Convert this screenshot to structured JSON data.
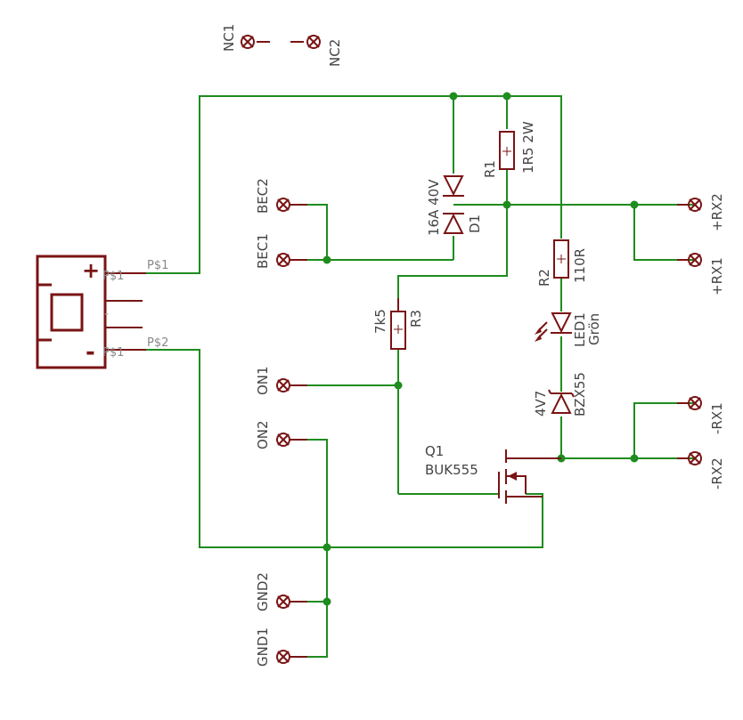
{
  "pads": {
    "nc1": "NC1",
    "nc2": "NC2",
    "bec2": "BEC2",
    "bec1": "BEC1",
    "on1": "ON1",
    "on2": "ON2",
    "gnd2": "GND2",
    "gnd1": "GND1",
    "rx2_plus": "+RX2",
    "rx1_plus": "+RX1",
    "rx1_minus": "-RX1",
    "rx2_minus": "-RX2"
  },
  "components": {
    "r1_name": "R1",
    "r1_value": "1R5 2W",
    "d1_name": "D1",
    "d1_value": "16A 40V",
    "r2_name": "R2",
    "r2_value": "110R",
    "led1_name": "LED1",
    "led1_value": "Grön",
    "r3_name": "R3",
    "r3_value": "7k5",
    "zener_name": "BZX55",
    "zener_value": "4V7",
    "q1_name": "Q1",
    "q1_value": "BUK555"
  },
  "connector": {
    "pin1": "P$1",
    "pin1_dup": "P$1",
    "pin2": "P$2",
    "pin2_dup": "P$1",
    "plus_symbol": "+",
    "minus_symbol": "-",
    "mid_symbol": "-"
  }
}
